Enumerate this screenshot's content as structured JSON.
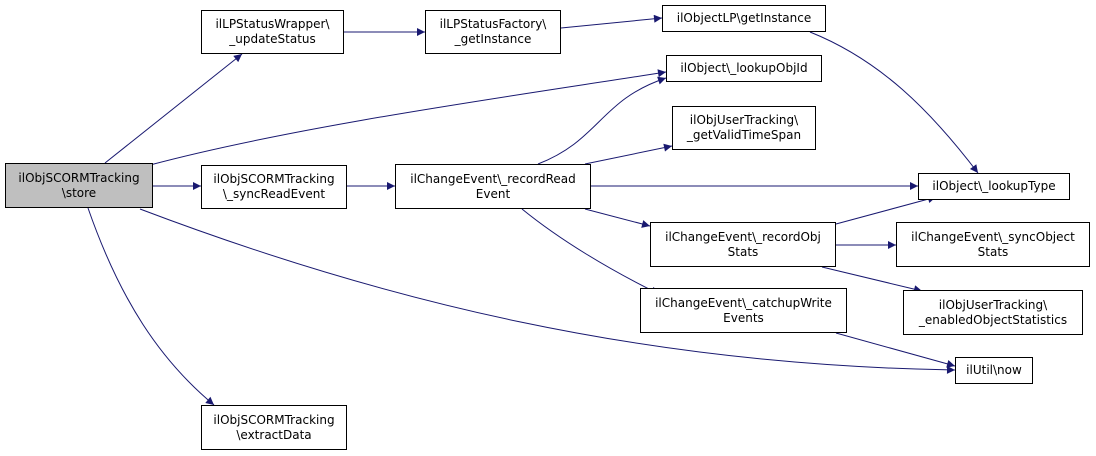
{
  "colors": {
    "edge": "#191970",
    "node_border": "#000000",
    "node_fill": "#ffffff",
    "root_fill": "#bfbfbf"
  },
  "nodes": {
    "store": {
      "line1": "ilObjSCORMTracking",
      "line2": "\\store"
    },
    "updateStatus": {
      "line1": "ilLPStatusWrapper\\",
      "line2": "_updateStatus"
    },
    "getInstanceFactory": {
      "line1": "ilLPStatusFactory\\",
      "line2": "_getInstance"
    },
    "getInstanceObjectLP": {
      "line1": "ilObjectLP\\getInstance"
    },
    "lookupObjId": {
      "line1": "ilObject\\_lookupObjId"
    },
    "getValidTimeSpan": {
      "line1": "ilObjUserTracking\\",
      "line2": "_getValidTimeSpan"
    },
    "syncReadEvent": {
      "line1": "ilObjSCORMTracking",
      "line2": "\\_syncReadEvent"
    },
    "recordReadEvent": {
      "line1": "ilChangeEvent\\_recordRead",
      "line2": "Event"
    },
    "lookupType": {
      "line1": "ilObject\\_lookupType"
    },
    "recordObjStats": {
      "line1": "ilChangeEvent\\_recordObj",
      "line2": "Stats"
    },
    "syncObjectStats": {
      "line1": "ilChangeEvent\\_syncObject",
      "line2": "Stats"
    },
    "catchupWriteEvents": {
      "line1": "ilChangeEvent\\_catchupWrite",
      "line2": "Events"
    },
    "enabledObjectStatistics": {
      "line1": "ilObjUserTracking\\",
      "line2": "_enabledObjectStatistics"
    },
    "now": {
      "line1": "ilUtil\\now"
    },
    "extractData": {
      "line1": "ilObjSCORMTracking",
      "line2": "\\extractData"
    }
  },
  "edges": [
    [
      "store",
      "updateStatus"
    ],
    [
      "store",
      "lookupObjId"
    ],
    [
      "store",
      "syncReadEvent"
    ],
    [
      "store",
      "now"
    ],
    [
      "store",
      "extractData"
    ],
    [
      "updateStatus",
      "getInstanceFactory"
    ],
    [
      "getInstanceFactory",
      "getInstanceObjectLP"
    ],
    [
      "getInstanceObjectLP",
      "lookupType"
    ],
    [
      "syncReadEvent",
      "recordReadEvent"
    ],
    [
      "recordReadEvent",
      "lookupObjId"
    ],
    [
      "recordReadEvent",
      "getValidTimeSpan"
    ],
    [
      "recordReadEvent",
      "lookupType"
    ],
    [
      "recordReadEvent",
      "recordObjStats"
    ],
    [
      "recordReadEvent",
      "catchupWriteEvents"
    ],
    [
      "recordObjStats",
      "lookupType"
    ],
    [
      "recordObjStats",
      "syncObjectStats"
    ],
    [
      "recordObjStats",
      "enabledObjectStatistics"
    ],
    [
      "catchupWriteEvents",
      "now"
    ]
  ]
}
